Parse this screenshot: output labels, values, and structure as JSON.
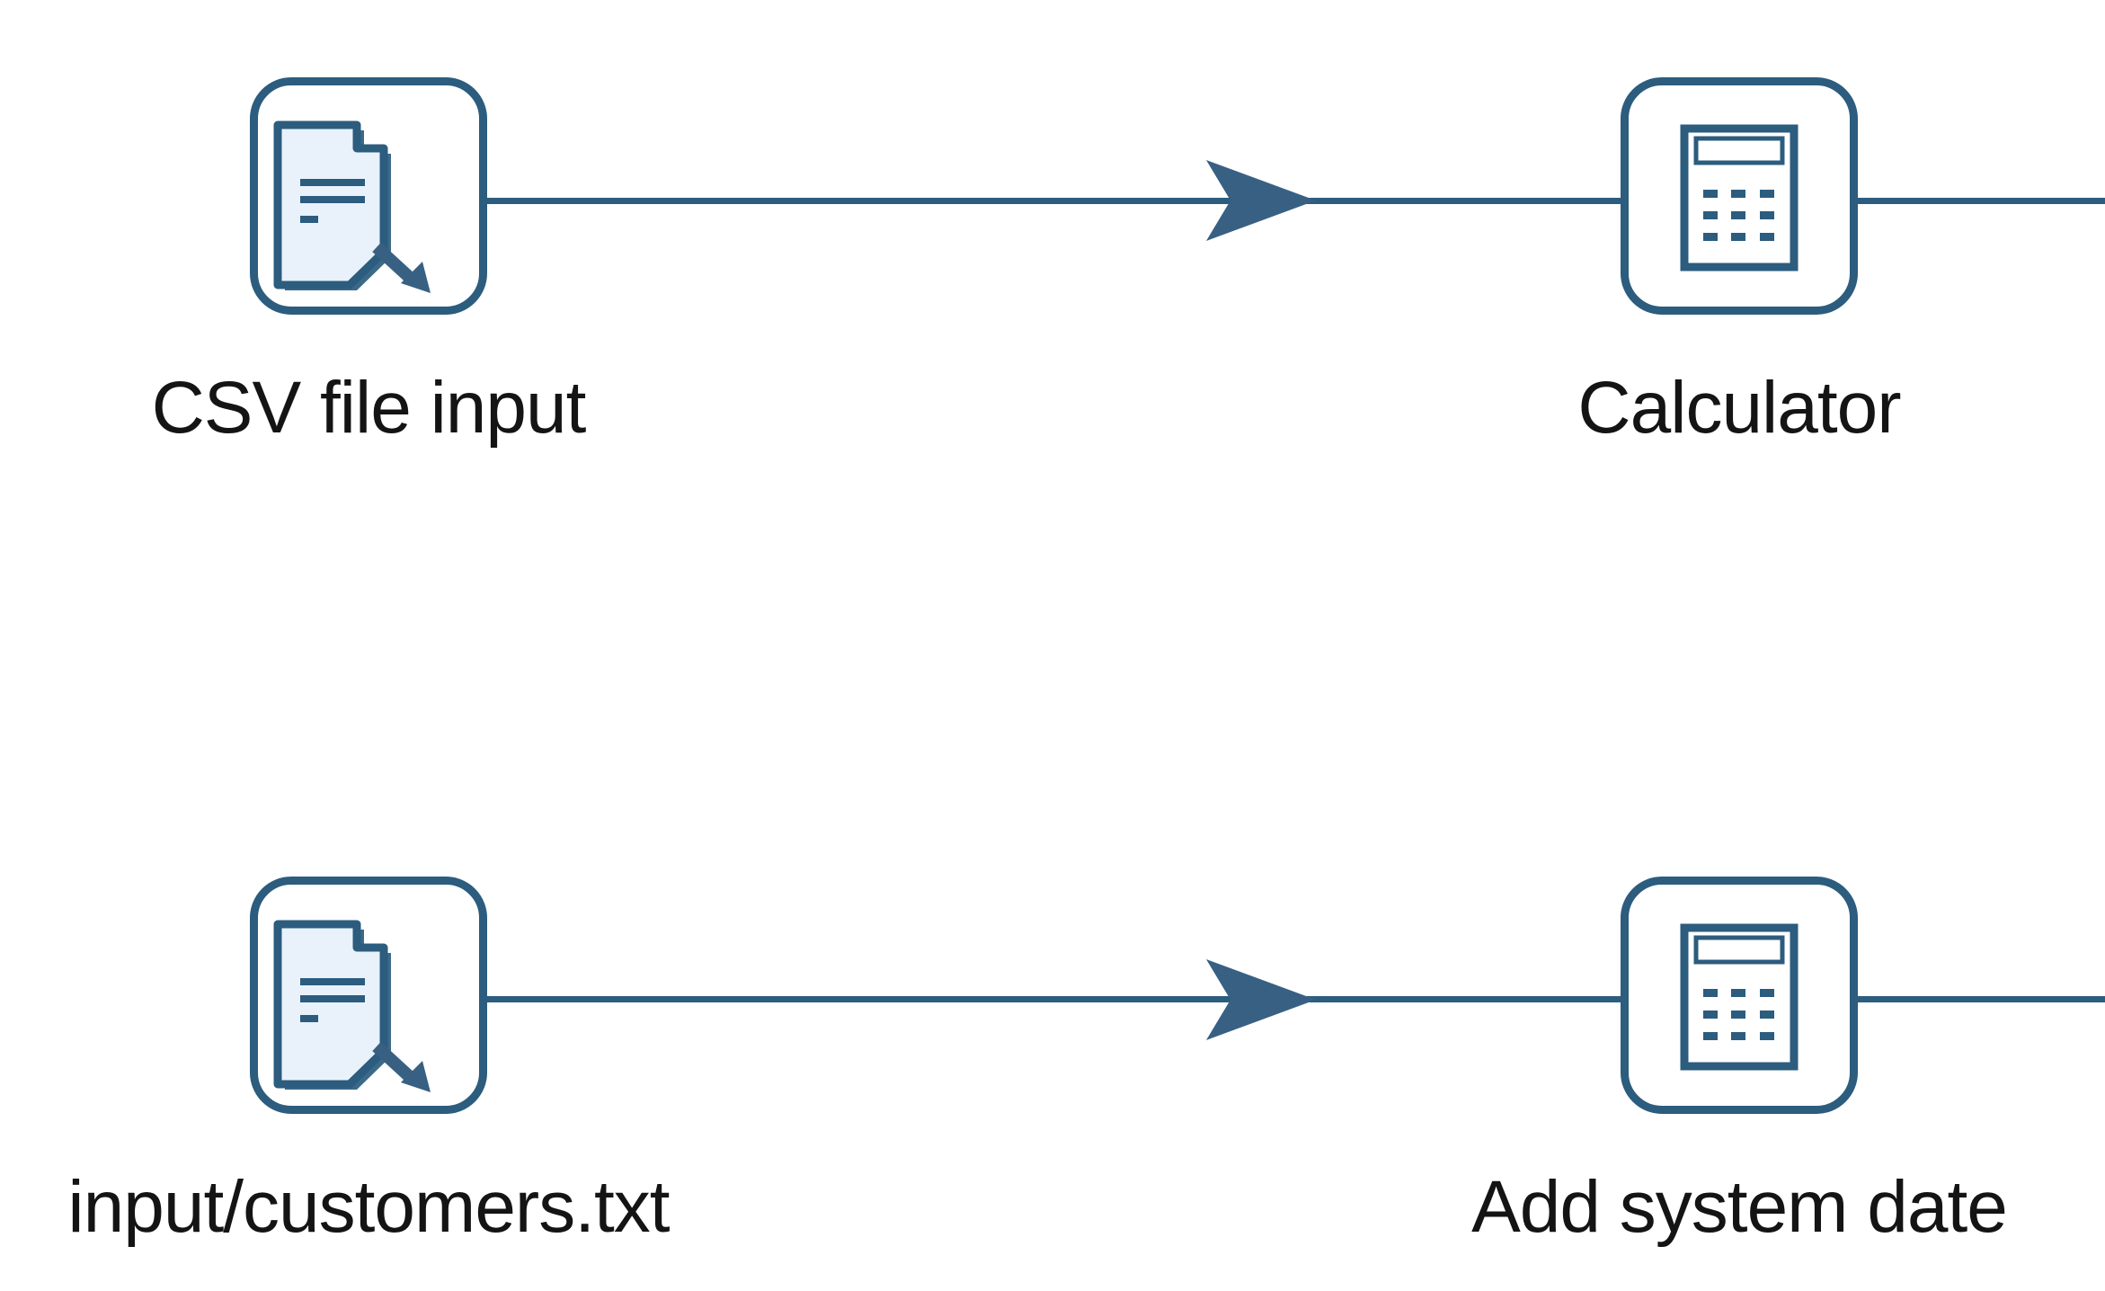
{
  "canvas": {
    "description": "ETL transformation canvas with two step flows",
    "background": "#ffffff"
  },
  "colors": {
    "ink": "#2c5c7e",
    "arrow": "#386083",
    "paper": "#e9f2fa",
    "label": "#141414",
    "bg": "#ffffff"
  },
  "nodes": [
    {
      "id": "csv-file-input",
      "label": "CSV file input",
      "icon": "file-input-icon"
    },
    {
      "id": "calculator",
      "label": "Calculator",
      "icon": "calculator-icon"
    },
    {
      "id": "input-customers-txt",
      "label": "input/customers.txt",
      "icon": "file-input-icon"
    },
    {
      "id": "add-system-date",
      "label": "Add system date",
      "icon": "calculator-icon"
    }
  ],
  "connections": [
    {
      "from": "csv-file-input",
      "to": "calculator",
      "arrow": true
    },
    {
      "from": "calculator",
      "to": "right-edge",
      "arrow": false
    },
    {
      "from": "input-customers-txt",
      "to": "add-system-date",
      "arrow": true
    },
    {
      "from": "add-system-date",
      "to": "right-edge",
      "arrow": false
    }
  ]
}
